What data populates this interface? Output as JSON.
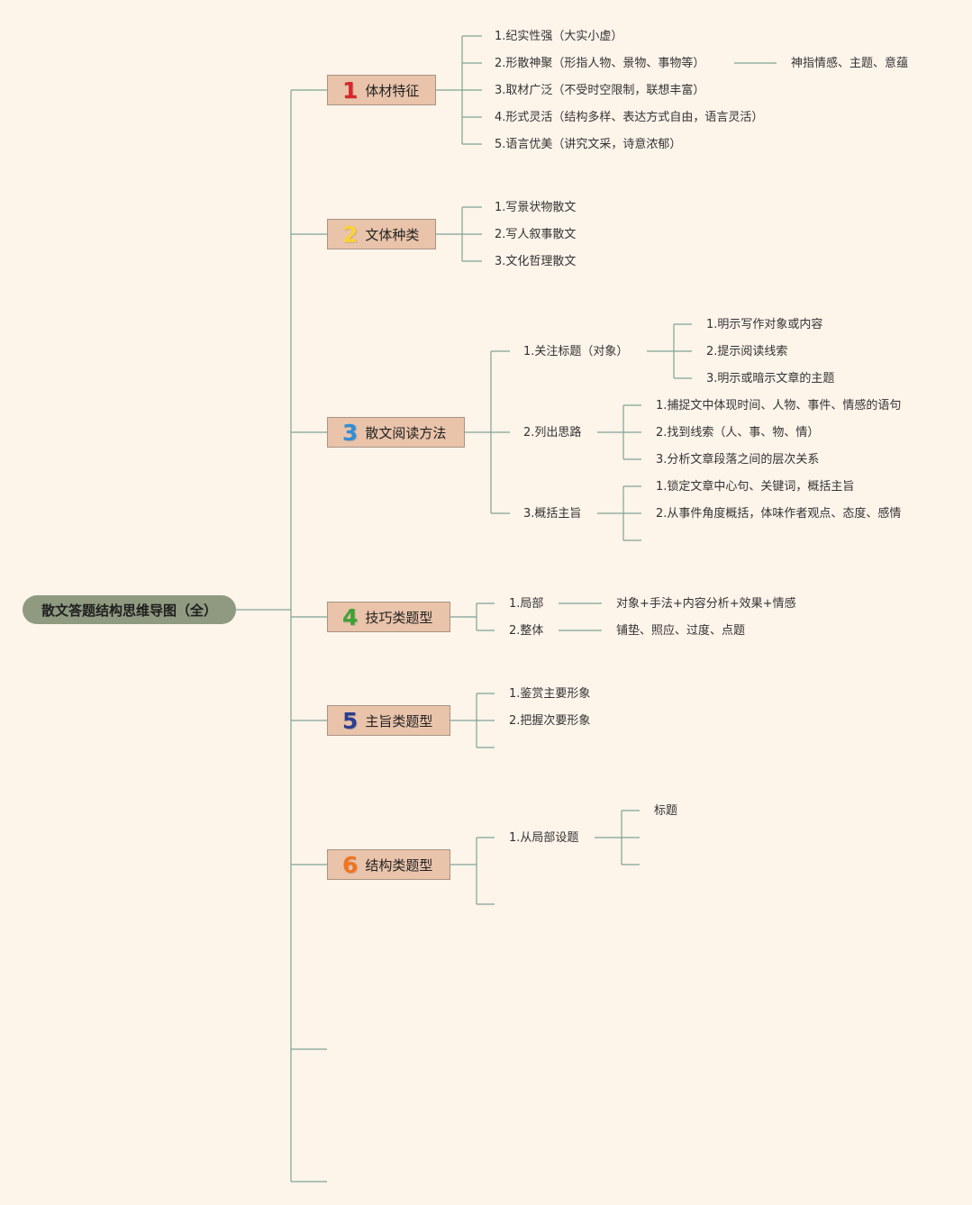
{
  "colors": {
    "background": "#fdf4ea",
    "line": "#7fa394",
    "root_fill": "#8f9a80",
    "branch_fill": "#e9c3aa",
    "num1": "#d7282c",
    "num2": "#f7d23b",
    "num3": "#2f8fd6",
    "num4": "#3ba336",
    "num5": "#2a3f8f",
    "num6": "#f0741f"
  },
  "root": {
    "label": "散文答题结构思维导图（全）"
  },
  "branches": [
    {
      "num": "1",
      "label": "体材特征",
      "items": [
        {
          "label": "1.纪实性强（大实小虚）"
        },
        {
          "label": "2.形散神聚（形指人物、景物、事物等）",
          "note": "神指情感、主题、意蕴"
        },
        {
          "label": "3.取材广泛（不受时空限制，联想丰富）"
        },
        {
          "label": "4.形式灵活（结构多样、表达方式自由，语言灵活）"
        },
        {
          "label": "5.语言优美（讲究文采，诗意浓郁）"
        }
      ]
    },
    {
      "num": "2",
      "label": "文体种类",
      "items": [
        {
          "label": "1.写景状物散文"
        },
        {
          "label": "2.写人叙事散文"
        },
        {
          "label": "3.文化哲理散文"
        }
      ]
    },
    {
      "num": "3",
      "label": "散文阅读方法",
      "items": [
        {
          "label": "1.关注标题（对象）",
          "children": [
            "1.明示写作对象或内容",
            "2.提示阅读线索",
            "3.明示或暗示文章的主题"
          ]
        },
        {
          "label": "2.列出思路",
          "children": [
            "1.捕捉文中体现时间、人物、事件、情感的语句",
            "2.找到线索（人、事、物、情）",
            "3.分析文章段落之间的层次关系"
          ]
        },
        {
          "label": "3.概括主旨",
          "children": [
            "1.锁定文章中心句、关键词，概括主旨",
            "2.从事件角度概括，体味作者观点、态度、感情"
          ]
        }
      ]
    },
    {
      "num": "4",
      "label": "技巧类题型",
      "items": [
        {
          "label": "1.局部",
          "note": "对象+手法+内容分析+效果+情感"
        },
        {
          "label": "2.整体",
          "note": "铺垫、照应、过度、点题"
        }
      ]
    },
    {
      "num": "5",
      "label": "主旨类题型",
      "items": [
        {
          "label": "1.鉴赏主要形象"
        },
        {
          "label": "2.把握次要形象"
        }
      ]
    },
    {
      "num": "6",
      "label": "结构类题型",
      "items": [
        {
          "label": "1.从局部设题",
          "children": [
            "标题"
          ]
        }
      ]
    }
  ]
}
